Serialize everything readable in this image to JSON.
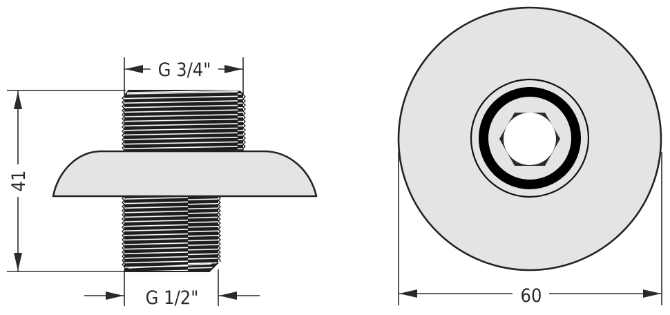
{
  "title": "Wall flange fitting technical drawing",
  "colors": {
    "background": "#ffffff",
    "fill": "#e4e4e4",
    "outline": "#222222",
    "thread_dark": "#1e1e1e",
    "bore": "#ffffff"
  },
  "side_view": {
    "name": "side-view",
    "dimensions": {
      "top_thread": "G 3/4\"",
      "bottom_thread": "G 1/2\"",
      "overall_height": "41"
    }
  },
  "front_view": {
    "name": "front-view",
    "dimensions": {
      "diameter": "60"
    },
    "features": [
      "outer-disc",
      "thin-ring",
      "thick-black-ring",
      "hex-socket",
      "bore"
    ]
  }
}
